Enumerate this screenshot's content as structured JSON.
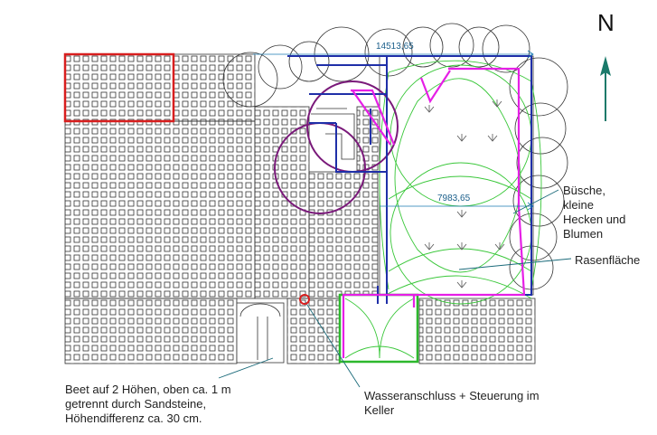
{
  "north_label": "N",
  "dimensions": {
    "top": "14513,65",
    "middle": "7983,65"
  },
  "labels": {
    "bushes": "Büsche,\nkleine\nHecken und\nBlumen",
    "lawn": "Rasenfläche",
    "bed": "Beet auf 2 Höhen, oben ca. 1 m\ngetrennt durch Sandsteine,\nHöhendifferenz ca. 30 cm.",
    "water": "Wasseranschluss + Steuerung im\nKeller"
  },
  "colors": {
    "pipe_blue": "#1f2fa8",
    "pipe_magenta": "#e61fe6",
    "spray_green": "#39c739",
    "zone_purple": "#7a1a7a",
    "terrace_red": "#d81e1e",
    "valve_green": "#2db82d",
    "north_arrow": "#1a7a6a"
  }
}
